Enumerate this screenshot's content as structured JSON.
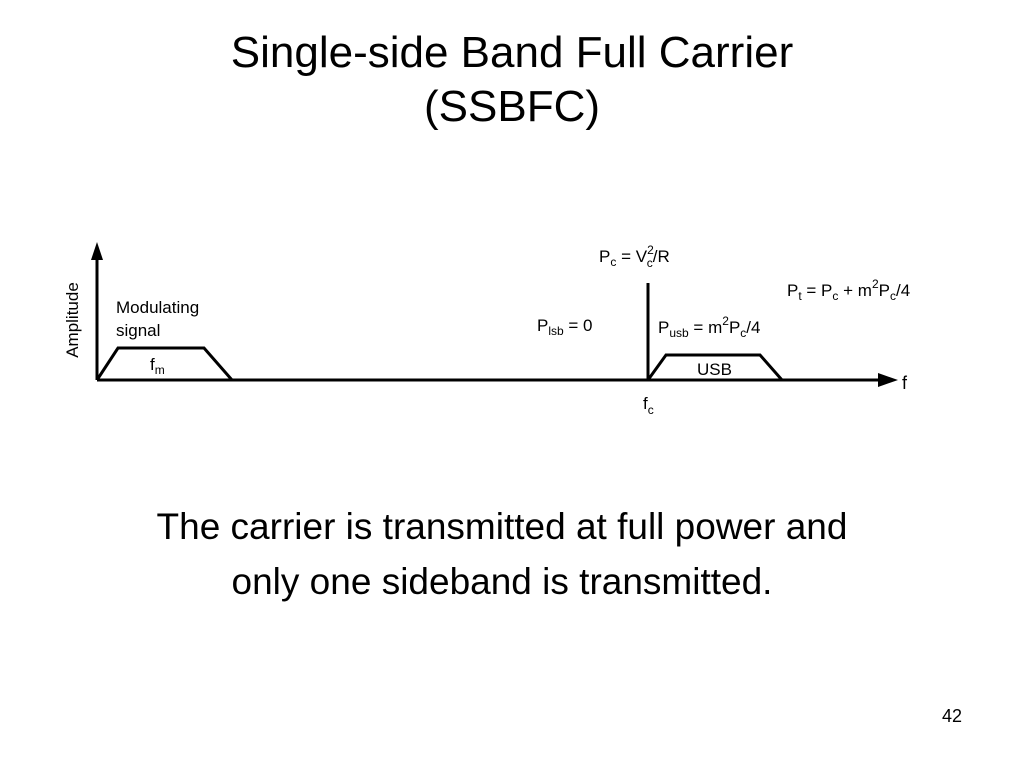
{
  "slide": {
    "title_line1": "Single-side Band Full Carrier",
    "title_line2": "(SSBFC)",
    "caption": "The carrier is transmitted at full power and only one sideband is transmitted.",
    "page_number": "42"
  },
  "diagram": {
    "y_axis_label": "Amplitude",
    "x_axis_label": "f",
    "modulating_label_line1": "Modulating",
    "modulating_label_line2": "signal",
    "fm_symbol": "f",
    "fm_subscript": "m",
    "fc_symbol": "f",
    "fc_subscript": "c",
    "usb_label": "USB",
    "carrier_power": {
      "p": "P",
      "p_sub": "c",
      "eq": " = V",
      "v_sup": "2",
      "v_sub": "c",
      "tail": "/R"
    },
    "lsb_power": {
      "p": "P",
      "p_sub": "lsb",
      "tail": " = 0"
    },
    "usb_power": {
      "p": "P",
      "p_sub": "usb",
      "eq": " = m",
      "m_sup": "2",
      "p2": "P",
      "p2_sub": "c",
      "tail": "/4"
    },
    "total_power": {
      "p": "P",
      "p_sub": "t",
      "eq": " = P",
      "pc_sub": "c",
      "mid": " + m",
      "m_sup": "2",
      "p2": "P",
      "p2_sub": "c",
      "tail": "/4"
    }
  }
}
